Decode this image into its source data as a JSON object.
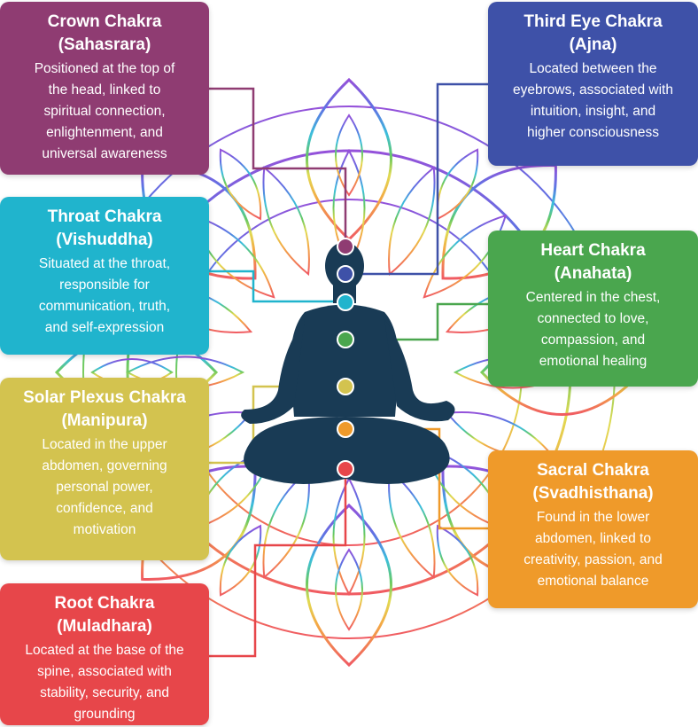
{
  "colors": {
    "crown": "#8f3c72",
    "third_eye": "#3e51a8",
    "throat": "#20b4cd",
    "heart": "#4aa64e",
    "solar": "#d3c34f",
    "sacral": "#ef9a2a",
    "root": "#e7464a",
    "silhouette": "#193b55"
  },
  "chakras": {
    "crown": {
      "title_1": "Crown Chakra",
      "title_2": "(Sahasrara)",
      "lines": [
        "Positioned at the top of",
        "the head, linked to",
        "spiritual connection,",
        "enlightenment, and",
        "universal awareness"
      ]
    },
    "third_eye": {
      "title_1": "Third Eye Chakra",
      "title_2": "(Ajna)",
      "lines": [
        "Located between the",
        "eyebrows, associated with",
        "intuition, insight, and",
        "higher consciousness"
      ]
    },
    "throat": {
      "title_1": "Throat Chakra",
      "title_2": "(Vishuddha)",
      "lines": [
        "Situated at the throat,",
        "responsible for",
        "communication, truth,",
        "and self-expression"
      ]
    },
    "heart": {
      "title_1": "Heart Chakra",
      "title_2": "(Anahata)",
      "lines": [
        "Centered in the chest,",
        "connected to love,",
        "compassion, and",
        "emotional healing"
      ]
    },
    "solar": {
      "title_1": "Solar Plexus Chakra",
      "title_2": "(Manipura)",
      "lines": [
        "Located in the upper",
        "abdomen, governing",
        "personal power,",
        "confidence, and",
        "motivation"
      ]
    },
    "sacral": {
      "title_1": "Sacral Chakra",
      "title_2": "(Svadhisthana)",
      "lines": [
        "Found in the lower",
        "abdomen, linked to",
        "creativity, passion, and",
        "emotional balance"
      ]
    },
    "root": {
      "title_1": "Root Chakra",
      "title_2": "(Muladhara)",
      "lines": [
        "Located at the base of the",
        "spine, associated with",
        "stability, security, and",
        "grounding"
      ]
    }
  }
}
